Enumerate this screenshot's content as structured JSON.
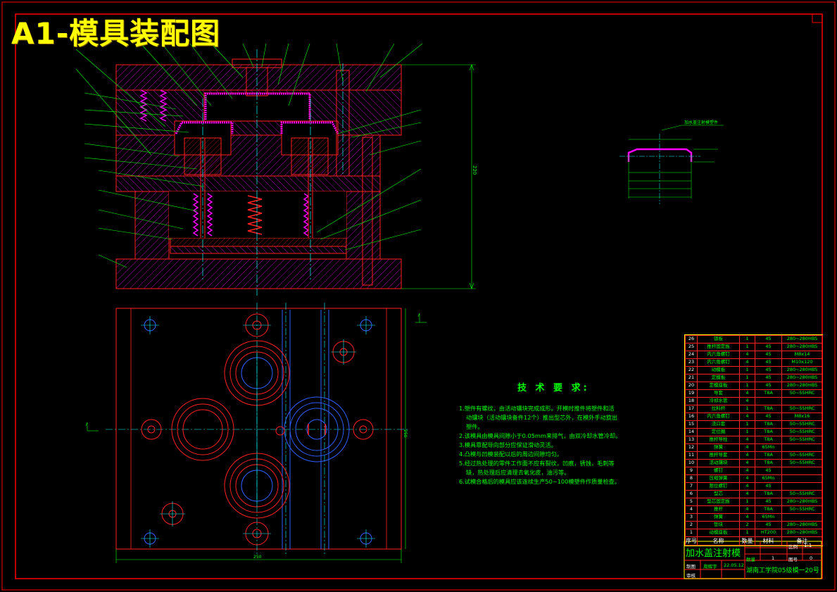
{
  "title": "A1-模具装配图",
  "tech_requirements": {
    "heading": "技 术 要 求:",
    "items": [
      "1.塑件有螺纹，由活动镶块完成成形。开模时推件将塑件和活",
      "动镶块（活动镶块备件12个）推出型芯外，在模外手动旋出",
      "塑件。",
      "2.该模具由模具间隙小于0.05mm来排气，由双冷却水管冷却。",
      "3.模具靠配导向部分应保证滑动灵活。",
      "4.凸模与凹模装配以后的周边间隙均匀。",
      "5.经过热处理的零件工作面不应有裂纹，凹痕，锈蚀，毛刺等",
      "缺，热处理后应清理去氧化皮，油污等。",
      "6.试模合格后的模具应该连续生产50~100模塑件作质量检查。"
    ]
  },
  "bom": {
    "header": {
      "no": "序号",
      "name": "名称",
      "qty": "数量",
      "material": "材料",
      "remark": "备注"
    },
    "rows": [
      {
        "no": "26",
        "name": "锁板",
        "qty": "1",
        "material": "45",
        "remark": "280~280HBS"
      },
      {
        "no": "25",
        "name": "推杆固定板",
        "qty": "1",
        "material": "45",
        "remark": "280~280HBS"
      },
      {
        "no": "24",
        "name": "内六角螺钉",
        "qty": "4",
        "material": "45",
        "remark": "M8x14"
      },
      {
        "no": "23",
        "name": "内六角螺钉",
        "qty": "4",
        "material": "45",
        "remark": "M10x120"
      },
      {
        "no": "22",
        "name": "动模板",
        "qty": "1",
        "material": "45",
        "remark": "280~280HBS"
      },
      {
        "no": "21",
        "name": "定模板",
        "qty": "1",
        "material": "45",
        "remark": "280~280HBS"
      },
      {
        "no": "20",
        "name": "定模座板",
        "qty": "1",
        "material": "45",
        "remark": "280~280HBS"
      },
      {
        "no": "19",
        "name": "导套",
        "qty": "4",
        "material": "T8A",
        "remark": "50~55HRC"
      },
      {
        "no": "18",
        "name": "冷却水管",
        "qty": "4",
        "material": "",
        "remark": ""
      },
      {
        "no": "17",
        "name": "拉料杆",
        "qty": "1",
        "material": "T8A",
        "remark": "50~55HRC"
      },
      {
        "no": "16",
        "name": "内六角螺钉",
        "qty": "4",
        "material": "45",
        "remark": "M8x16"
      },
      {
        "no": "15",
        "name": "浇口套",
        "qty": "1",
        "material": "T8A",
        "remark": "50~55HRC"
      },
      {
        "no": "14",
        "name": "定位圈",
        "qty": "1",
        "material": "T8A",
        "remark": "50~55HRC"
      },
      {
        "no": "13",
        "name": "推杆导柱",
        "qty": "4",
        "material": "T8A",
        "remark": "50~55HRC"
      },
      {
        "no": "12",
        "name": "弹簧",
        "qty": "4",
        "material": "65Mn",
        "remark": ""
      },
      {
        "no": "11",
        "name": "推杆导套",
        "qty": "4",
        "material": "T8A",
        "remark": "50~55HRC"
      },
      {
        "no": "10",
        "name": "活动镶块",
        "qty": "4",
        "material": "T8A",
        "remark": "50~55HRC"
      },
      {
        "no": "9",
        "name": "螺钉",
        "qty": "4",
        "material": "45",
        "remark": ""
      },
      {
        "no": "8",
        "name": "压缩弹簧",
        "qty": "4",
        "material": "65Mn",
        "remark": ""
      },
      {
        "no": "7",
        "name": "限位螺钉",
        "qty": "4",
        "material": "45",
        "remark": ""
      },
      {
        "no": "6",
        "name": "型芯",
        "qty": "4",
        "material": "T8A",
        "remark": "50~55HRC"
      },
      {
        "no": "5",
        "name": "型芯固定板",
        "qty": "1",
        "material": "45",
        "remark": "280~280HBS"
      },
      {
        "no": "4",
        "name": "推杆",
        "qty": "4",
        "material": "T8A",
        "remark": "50~55HRC"
      },
      {
        "no": "3",
        "name": "弹簧",
        "qty": "4",
        "material": "65Mn",
        "remark": ""
      },
      {
        "no": "2",
        "name": "垫块",
        "qty": "2",
        "material": "45",
        "remark": "280~280HBS"
      },
      {
        "no": "1",
        "name": "动模座板",
        "qty": "1",
        "material": "HT200",
        "remark": "280~280HBS"
      }
    ]
  },
  "title_block": {
    "part_name": "加水盖注射模",
    "scale_label": "比例",
    "scale": "1:1",
    "qty_label": "数量",
    "qty": "1",
    "sheet_label": "图号",
    "sheet": "0",
    "drawn_label": "制图",
    "drawn_by": "周辉宇",
    "date": "22.05.12",
    "check_label": "审核",
    "school": "湖南工学院05级模一20号"
  },
  "dimensions": {
    "section_height": "220",
    "plan_height": "250",
    "plan_width": "250"
  },
  "detail_label": "加水盖注射模塑件",
  "colors": {
    "background": "#000000",
    "frame": "#ff0000",
    "outline": "#ff2020",
    "text": "#00ff00",
    "hatch": "#ff00ff",
    "center": "#00ffff",
    "blue": "#3060ff",
    "yellow": "#ffff00",
    "white": "#ffffff"
  }
}
